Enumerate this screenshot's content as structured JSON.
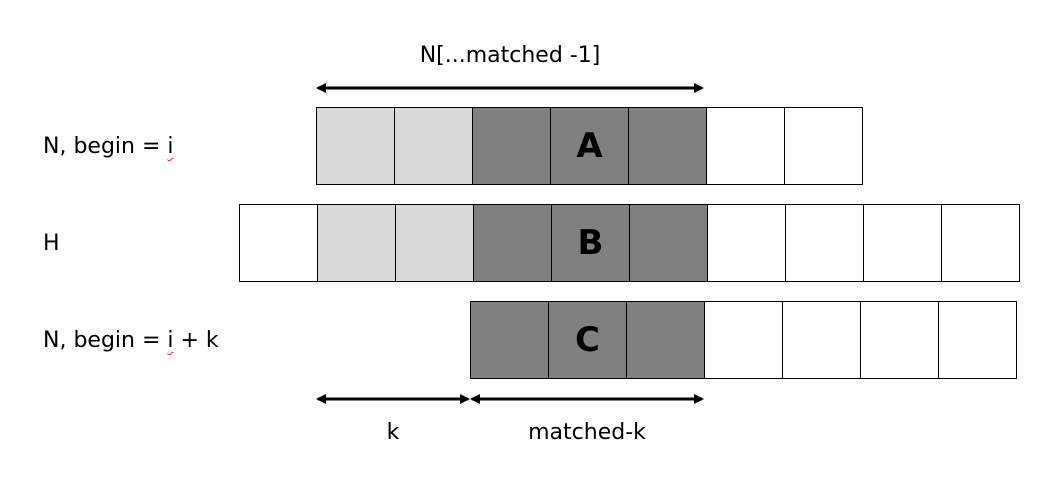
{
  "top_dimension": {
    "label": "N[...matched -1]"
  },
  "rows": [
    {
      "label_prefix": "N, begin = ",
      "label_var": "i",
      "label_suffix": "",
      "cells": [
        "light",
        "light",
        "dark",
        "dark",
        "dark",
        "white",
        "white"
      ],
      "center_letter": "A"
    },
    {
      "label_prefix": "H",
      "label_var": "",
      "label_suffix": "",
      "cells": [
        "white",
        "light",
        "light",
        "dark",
        "dark",
        "dark",
        "white",
        "white",
        "white",
        "white"
      ],
      "center_letter": "B"
    },
    {
      "label_prefix": "N, begin = ",
      "label_var": "i",
      "label_suffix": " + k",
      "cells": [
        "dark",
        "dark",
        "dark",
        "white",
        "white",
        "white",
        "white"
      ],
      "center_letter": "C"
    }
  ],
  "bottom_dimensions": [
    {
      "label": "k"
    },
    {
      "label": "matched-k"
    }
  ],
  "colors": {
    "light_cell": "#d9d9d9",
    "dark_cell": "#808080",
    "white_cell": "#ffffff",
    "underline": "#e03030"
  }
}
